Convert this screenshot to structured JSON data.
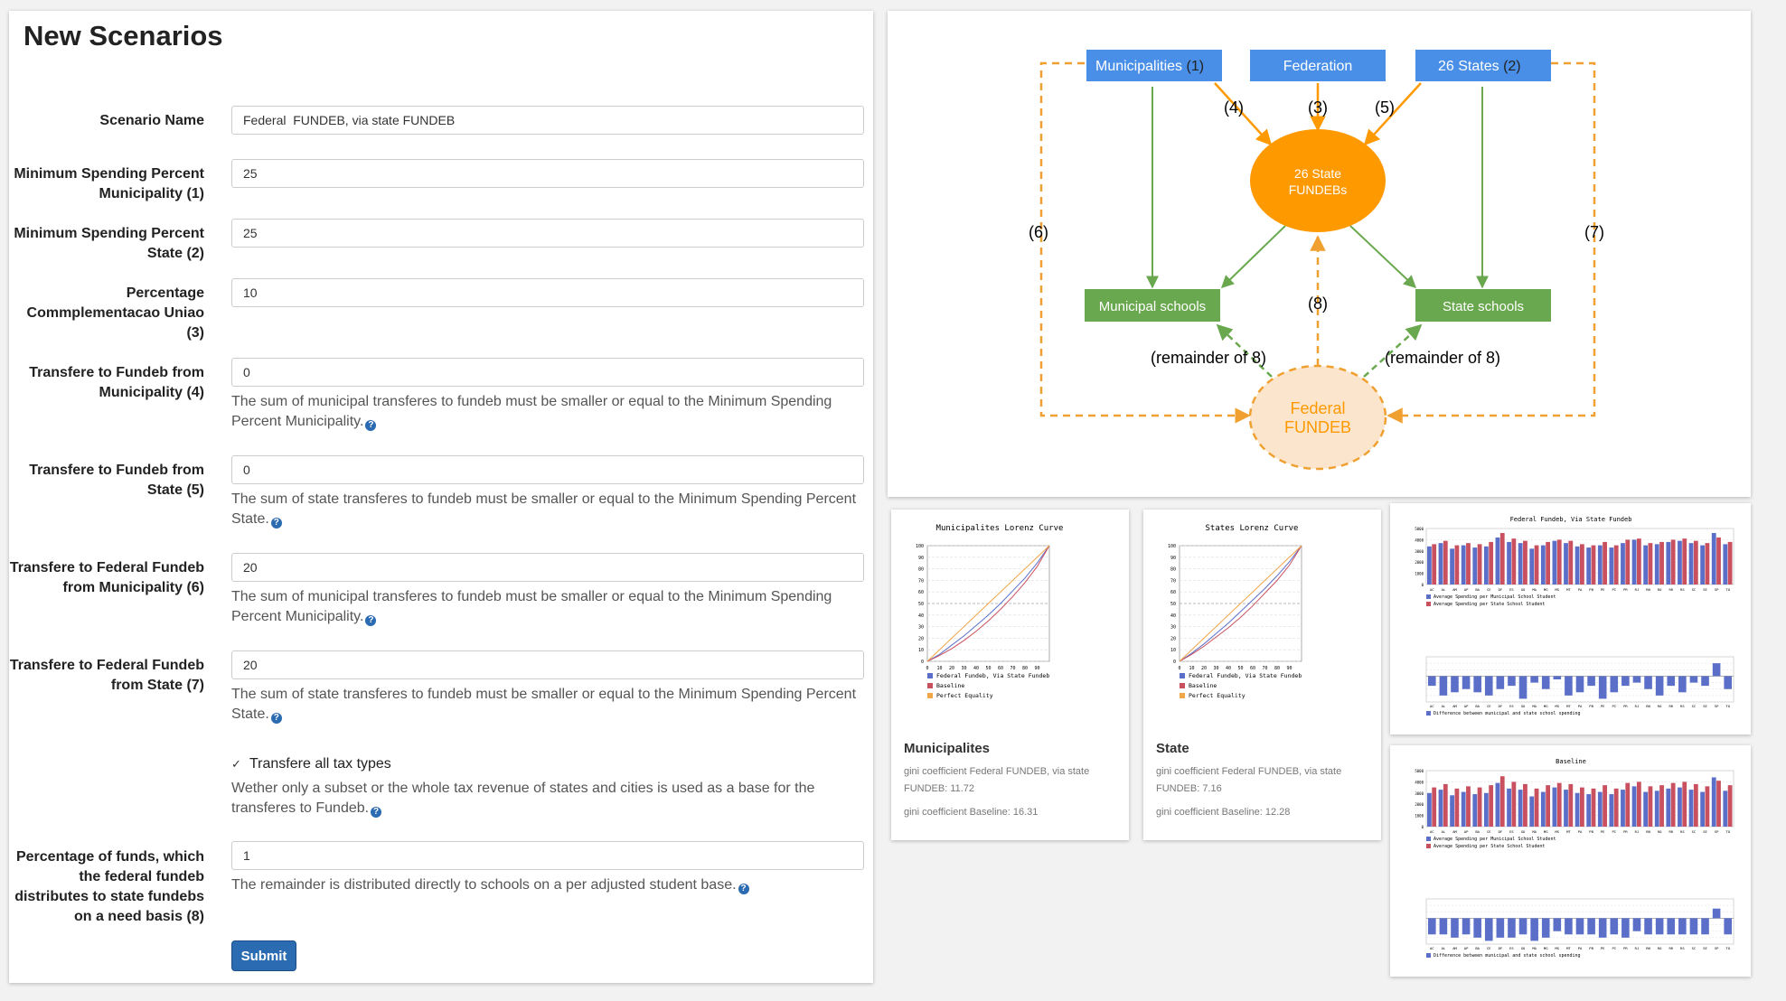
{
  "form": {
    "title": "New Scenarios",
    "scenario_name": {
      "label": "Scenario Name",
      "value": "Federal  FUNDEB, via state FUNDEB"
    },
    "min_spending_municipality": {
      "label_line1": "Minimum Spending Percent",
      "label_line2": "Municipality (1)",
      "value": "25"
    },
    "min_spending_state": {
      "label_line1": "Minimum Spending Percent",
      "label_line2": "State (2)",
      "value": "25"
    },
    "complementacao": {
      "label_line1": "Percentage",
      "label_line2": "Commplementacao Uniao",
      "label_line3": "(3)",
      "value": "10"
    },
    "transfer_municipality": {
      "label_line1": "Transfere to Fundeb from",
      "label_line2": "Municipality (4)",
      "value": "0",
      "help": "The sum of municipal transferes to fundeb must be smaller or equal to the Minimum Spending Percent Municipality."
    },
    "transfer_state": {
      "label_line1": "Transfere to Fundeb from",
      "label_line2": "State (5)",
      "value": "0",
      "help": "The sum of state transferes to fundeb must be smaller or equal to the Minimum Spending Percent State."
    },
    "federal_municipality": {
      "label_line1": "Transfere to Federal Fundeb",
      "label_line2": "from Municipality (6)",
      "value": "20",
      "help": "The sum of municipal transferes to fundeb must be smaller or equal to the Minimum Spending Percent Municipality."
    },
    "federal_state": {
      "label_line1": "Transfere to Federal Fundeb",
      "label_line2": "from State (7)",
      "value": "20",
      "help": "The sum of state transferes to fundeb must be smaller or equal to the Minimum Spending Percent State."
    },
    "all_tax": {
      "label": "Transfere all tax types",
      "checked": true,
      "help": "Wether only a subset or the whole tax revenue of states and cities is used as a base for the transferes to Fundeb."
    },
    "need_basis": {
      "label_line1": "Percentage of funds, which",
      "label_line2": "the federal fundeb",
      "label_line3": "distributes to state fundebs",
      "label_line4": "on a need basis (8)",
      "value": "1",
      "help": "The remainder is distributed directly to schools on a per adjusted student base."
    },
    "submit_label": "Submit",
    "help_icon": "question-circle-icon",
    "check_icon": "check-icon"
  },
  "diagram": {
    "municipalities": "Municipalities",
    "municipalities_num": "(1)",
    "federation": "Federation",
    "states": "26 States",
    "states_num": "(2)",
    "state_fundebs_line1": "26 State",
    "state_fundebs_line2": "FUNDEBs",
    "municipal_schools": "Municipal schools",
    "state_schools": "State schools",
    "federal_fundeb_line1": "Federal",
    "federal_fundeb_line2": "FUNDEB",
    "n3": "(3)",
    "n4": "(4)",
    "n5": "(5)",
    "n6": "(6)",
    "n7": "(7)",
    "n8": "(8)",
    "remainder": "(remainder of 8)",
    "colors": {
      "blue": "#4a8fe7",
      "green": "#6aa84f",
      "orange": "#ff9900",
      "dashed": "#f6b26b"
    }
  },
  "cards": {
    "municipalities": {
      "chart_title": "Municipalites Lorenz Curve",
      "title": "Municipalites",
      "gini_fed": "gini coefficient Federal FUNDEB, via state FUNDEB: 11.72",
      "gini_base": "gini coefficient Baseline: 16.31"
    },
    "state": {
      "chart_title": "States Lorenz Curve",
      "title": "State",
      "gini_fed": "gini coefficient Federal FUNDEB, via state FUNDEB: 7.16",
      "gini_base": "gini coefficient Baseline: 12.28"
    },
    "lorenz_legend": [
      "Federal Fundeb, Via State Fundeb",
      "Baseline",
      "Perfect Equality"
    ],
    "bars_fed_title": "Federal Fundeb, Via State Fundeb",
    "bars_base_title": "Baseline",
    "bars_legend": [
      "Average Spending per Municipal School Student",
      "Average Spending per State School Student"
    ],
    "diff_legend": "Difference between municipal and state school spending"
  },
  "chart_data": [
    {
      "type": "line",
      "title": "Municipalites Lorenz Curve",
      "x": [
        0,
        10,
        20,
        30,
        40,
        50,
        60,
        70,
        80,
        90,
        100
      ],
      "ylim": [
        0,
        100
      ],
      "series": [
        {
          "name": "Federal Fundeb, Via State Fundeb",
          "values": [
            0,
            6,
            14,
            22,
            31,
            40,
            50,
            61,
            72,
            85,
            100
          ]
        },
        {
          "name": "Baseline",
          "values": [
            0,
            5,
            11,
            18,
            26,
            35,
            45,
            56,
            68,
            82,
            100
          ]
        },
        {
          "name": "Perfect Equality",
          "values": [
            0,
            10,
            20,
            30,
            40,
            50,
            60,
            70,
            80,
            90,
            100
          ]
        }
      ]
    },
    {
      "type": "line",
      "title": "States Lorenz Curve",
      "x": [
        0,
        10,
        20,
        30,
        40,
        50,
        60,
        70,
        80,
        90,
        100
      ],
      "ylim": [
        0,
        100
      ],
      "series": [
        {
          "name": "Federal Fundeb, Via State Fundeb",
          "values": [
            0,
            7,
            15,
            24,
            33,
            43,
            53,
            63,
            74,
            86,
            100
          ]
        },
        {
          "name": "Baseline",
          "values": [
            0,
            6,
            13,
            21,
            29,
            38,
            48,
            59,
            70,
            83,
            100
          ]
        },
        {
          "name": "Perfect Equality",
          "values": [
            0,
            10,
            20,
            30,
            40,
            50,
            60,
            70,
            80,
            90,
            100
          ]
        }
      ]
    },
    {
      "type": "bar",
      "title": "Federal Fundeb, Via State Fundeb",
      "categories": [
        "AC",
        "AL",
        "AM",
        "AP",
        "BA",
        "CE",
        "DF",
        "ES",
        "GO",
        "MA",
        "MG",
        "MS",
        "MT",
        "PA",
        "PB",
        "PE",
        "PI",
        "PR",
        "RJ",
        "RN",
        "RO",
        "RR",
        "RS",
        "SC",
        "SE",
        "SP",
        "TO"
      ],
      "ylim": [
        0,
        5000
      ],
      "series": [
        {
          "name": "Average Spending per Municipal School Student",
          "values": [
            3400,
            3700,
            3200,
            3500,
            3300,
            3400,
            4200,
            3800,
            3700,
            3200,
            3500,
            3900,
            3700,
            3400,
            3300,
            3500,
            3300,
            3700,
            4000,
            3500,
            3600,
            3800,
            3900,
            3700,
            3500,
            4600,
            3600
          ]
        },
        {
          "name": "Average Spending per State School Student",
          "values": [
            3600,
            3900,
            3500,
            3700,
            3600,
            3800,
            4600,
            4100,
            3900,
            3500,
            3800,
            4000,
            3900,
            3600,
            3500,
            3800,
            3500,
            4000,
            4100,
            3700,
            3800,
            4000,
            4100,
            3900,
            3700,
            4200,
            3800
          ]
        }
      ]
    },
    {
      "type": "bar",
      "title": "Difference between municipal and state school spending",
      "categories": [
        "AC",
        "AL",
        "AM",
        "AP",
        "BA",
        "CE",
        "DF",
        "ES",
        "GO",
        "MA",
        "MG",
        "MS",
        "MT",
        "PA",
        "PB",
        "PE",
        "PI",
        "PR",
        "RJ",
        "RN",
        "RO",
        "RR",
        "RS",
        "SC",
        "SE",
        "SP",
        "TO"
      ],
      "series": [
        {
          "name": "Difference between municipal and state school spending",
          "values": [
            -300,
            -600,
            -500,
            -400,
            -500,
            -600,
            -400,
            -300,
            -700,
            -200,
            -400,
            -100,
            -600,
            -500,
            -300,
            -700,
            -500,
            -300,
            -200,
            -400,
            -600,
            -300,
            -500,
            -200,
            -300,
            400,
            -400
          ]
        }
      ]
    },
    {
      "type": "bar",
      "title": "Baseline",
      "categories": [
        "AC",
        "AL",
        "AM",
        "AP",
        "BA",
        "CE",
        "DF",
        "ES",
        "GO",
        "MA",
        "MG",
        "MS",
        "MT",
        "PA",
        "PB",
        "PE",
        "PI",
        "PR",
        "RJ",
        "RN",
        "RO",
        "RR",
        "RS",
        "SC",
        "SE",
        "SP",
        "TO"
      ],
      "ylim": [
        0,
        5000
      ],
      "series": [
        {
          "name": "Average Spending per Municipal School Student",
          "values": [
            3000,
            3300,
            2800,
            3100,
            2900,
            3000,
            3900,
            3400,
            3300,
            2700,
            3100,
            3500,
            3300,
            3000,
            2900,
            3100,
            2900,
            3300,
            3600,
            3100,
            3200,
            3400,
            3500,
            3300,
            3100,
            4400,
            3200
          ]
        },
        {
          "name": "Average Spending per State School Student",
          "values": [
            3500,
            3800,
            3400,
            3600,
            3500,
            3700,
            4500,
            4000,
            3800,
            3400,
            3700,
            3900,
            3800,
            3500,
            3400,
            3700,
            3400,
            3900,
            4000,
            3600,
            3700,
            3900,
            4000,
            3800,
            3600,
            4100,
            3700
          ]
        }
      ]
    },
    {
      "type": "bar",
      "title": "Difference between municipal and state school spending",
      "categories": [
        "AC",
        "AL",
        "AM",
        "AP",
        "BA",
        "CE",
        "DF",
        "ES",
        "GO",
        "MA",
        "MG",
        "MS",
        "MT",
        "PA",
        "PB",
        "PE",
        "PI",
        "PR",
        "RJ",
        "RN",
        "RO",
        "RR",
        "RS",
        "SC",
        "SE",
        "SP",
        "TO"
      ],
      "series": [
        {
          "name": "Difference between municipal and state school spending",
          "values": [
            -500,
            -500,
            -600,
            -500,
            -600,
            -700,
            -600,
            -600,
            -500,
            -700,
            -600,
            -400,
            -500,
            -500,
            -500,
            -600,
            -500,
            -600,
            -400,
            -500,
            -500,
            -500,
            -500,
            -500,
            -500,
            300,
            -500
          ]
        }
      ]
    }
  ]
}
